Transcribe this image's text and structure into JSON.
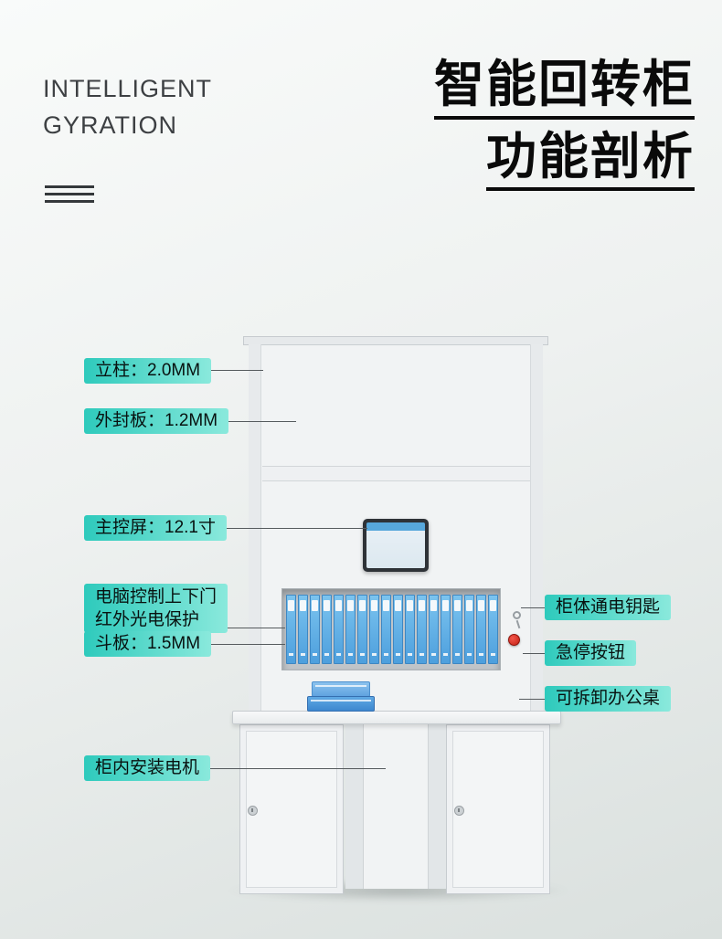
{
  "brand": {
    "line1": "INTELLIGENT",
    "line2": "GYRATION"
  },
  "title": {
    "line1": "智能回转柜",
    "line2": "功能剖析"
  },
  "callouts": {
    "column": "立柱：2.0MM",
    "outer_panel": "外封板：1.2MM",
    "main_screen": "主控屏：12.1寸",
    "door_control_line1": "电脑控制上下门",
    "door_control_line2": "红外光电保护",
    "hopper_plate": "斗板：1.5MM",
    "motor": "柜内安装电机",
    "power_key": "柜体通电钥匙",
    "estop_button": "急停按钮",
    "detachable_desk": "可拆卸办公桌"
  },
  "illustration": {
    "binder_count": 18
  },
  "colors": {
    "accent_teal": "#2ecabc",
    "accent_teal_light": "#8ae9dc",
    "estop_red": "#d8281b",
    "binder_blue": "#4d9fdd",
    "title_black": "#0a0a0a"
  }
}
